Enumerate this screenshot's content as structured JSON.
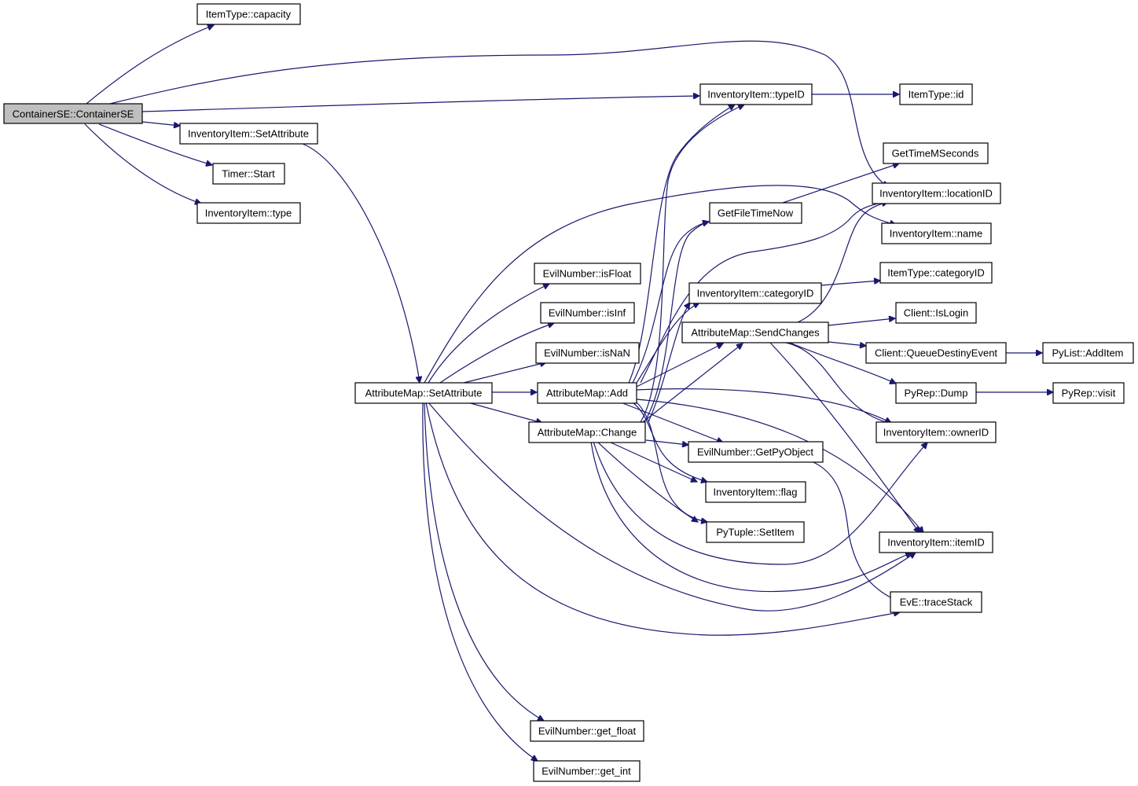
{
  "diagram": {
    "type": "call-graph",
    "root": "ContainerSE::ContainerSE",
    "colors": {
      "edge": "#191970",
      "root_fill": "#bfbfbf",
      "node_fill": "#ffffff",
      "node_border": "#000000"
    },
    "nodes": {
      "containerse": "ContainerSE::ContainerSE",
      "itemtype_capacity": "ItemType::capacity",
      "invitem_setattribute": "InventoryItem::SetAttribute",
      "timer_start": "Timer::Start",
      "invitem_type": "InventoryItem::type",
      "invitem_typeid": "InventoryItem::typeID",
      "itemtype_id": "ItemType::id",
      "gettimemseconds": "GetTimeMSeconds",
      "invitem_locationid": "InventoryItem::locationID",
      "getfiletimenow": "GetFileTimeNow",
      "invitem_name": "InventoryItem::name",
      "evil_isfloat": "EvilNumber::isFloat",
      "evil_isinf": "EvilNumber::isInf",
      "evil_isnan": "EvilNumber::isNaN",
      "invitem_categoryid": "InventoryItem::categoryID",
      "itemtype_categoryid": "ItemType::categoryID",
      "client_islogin": "Client::IsLogin",
      "attrmap_sendchanges": "AttributeMap::SendChanges",
      "client_queuedestinyevent": "Client::QueueDestinyEvent",
      "pylist_additem": "PyList::AddItem",
      "attrmap_setattribute": "AttributeMap::SetAttribute",
      "attrmap_add": "AttributeMap::Add",
      "pyrep_dump": "PyRep::Dump",
      "pyrep_visit": "PyRep::visit",
      "attrmap_change": "AttributeMap::Change",
      "invitem_ownerid": "InventoryItem::ownerID",
      "evil_getpyobject": "EvilNumber::GetPyObject",
      "invitem_flag": "InventoryItem::flag",
      "pytuple_setitem": "PyTuple::SetItem",
      "invitem_itemid": "InventoryItem::itemID",
      "eve_tracestack": "EvE::traceStack",
      "evil_get_float": "EvilNumber::get_float",
      "evil_get_int": "EvilNumber::get_int"
    },
    "edges": [
      [
        "containerse",
        "itemtype_capacity"
      ],
      [
        "containerse",
        "invitem_locationid"
      ],
      [
        "containerse",
        "invitem_typeid"
      ],
      [
        "containerse",
        "invitem_setattribute"
      ],
      [
        "containerse",
        "timer_start"
      ],
      [
        "containerse",
        "invitem_type"
      ],
      [
        "invitem_setattribute",
        "attrmap_setattribute"
      ],
      [
        "invitem_typeid",
        "itemtype_id"
      ],
      [
        "getfiletimenow",
        "gettimemseconds"
      ],
      [
        "invitem_categoryid",
        "itemtype_categoryid"
      ],
      [
        "attrmap_sendchanges",
        "client_islogin"
      ],
      [
        "attrmap_sendchanges",
        "client_queuedestinyevent"
      ],
      [
        "attrmap_sendchanges",
        "pyrep_dump"
      ],
      [
        "attrmap_sendchanges",
        "invitem_locationid"
      ],
      [
        "attrmap_sendchanges",
        "invitem_ownerid"
      ],
      [
        "attrmap_sendchanges",
        "invitem_itemid"
      ],
      [
        "client_queuedestinyevent",
        "pylist_additem"
      ],
      [
        "pyrep_dump",
        "pyrep_visit"
      ],
      [
        "attrmap_setattribute",
        "evil_isfloat"
      ],
      [
        "attrmap_setattribute",
        "evil_isinf"
      ],
      [
        "attrmap_setattribute",
        "evil_isnan"
      ],
      [
        "attrmap_setattribute",
        "attrmap_add"
      ],
      [
        "attrmap_setattribute",
        "attrmap_change"
      ],
      [
        "attrmap_setattribute",
        "invitem_name"
      ],
      [
        "attrmap_setattribute",
        "invitem_itemid"
      ],
      [
        "attrmap_setattribute",
        "eve_tracestack"
      ],
      [
        "attrmap_setattribute",
        "evil_get_float"
      ],
      [
        "attrmap_setattribute",
        "evil_get_int"
      ],
      [
        "attrmap_add",
        "invitem_typeid"
      ],
      [
        "attrmap_add",
        "getfiletimenow"
      ],
      [
        "attrmap_add",
        "invitem_categoryid"
      ],
      [
        "attrmap_add",
        "attrmap_sendchanges"
      ],
      [
        "attrmap_add",
        "invitem_locationid"
      ],
      [
        "attrmap_add",
        "invitem_ownerid"
      ],
      [
        "attrmap_add",
        "evil_getpyobject"
      ],
      [
        "attrmap_add",
        "invitem_flag"
      ],
      [
        "attrmap_add",
        "pytuple_setitem"
      ],
      [
        "attrmap_add",
        "invitem_itemid"
      ],
      [
        "attrmap_change",
        "invitem_typeid"
      ],
      [
        "attrmap_change",
        "getfiletimenow"
      ],
      [
        "attrmap_change",
        "invitem_categoryid"
      ],
      [
        "attrmap_change",
        "attrmap_sendchanges"
      ],
      [
        "attrmap_change",
        "evil_getpyobject"
      ],
      [
        "attrmap_change",
        "invitem_flag"
      ],
      [
        "attrmap_change",
        "pytuple_setitem"
      ],
      [
        "attrmap_change",
        "invitem_ownerid"
      ],
      [
        "attrmap_change",
        "invitem_itemid"
      ],
      [
        "evil_getpyobject",
        "eve_tracestack"
      ]
    ]
  }
}
